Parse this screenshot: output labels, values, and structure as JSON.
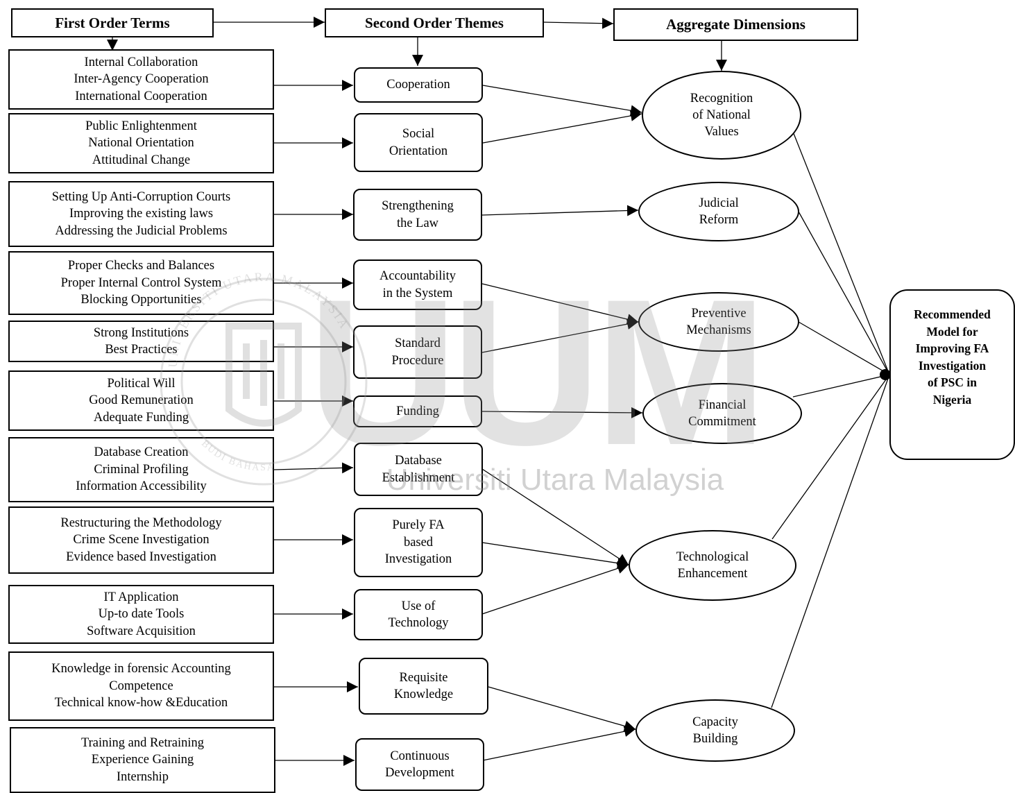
{
  "headers": {
    "first": "First Order Terms",
    "second": "Second Order Themes",
    "aggregate": "Aggregate Dimensions"
  },
  "terms": [
    [
      "Internal Collaboration",
      "Inter-Agency Cooperation",
      "International Cooperation"
    ],
    [
      "Public Enlightenment",
      "National Orientation",
      "Attitudinal Change"
    ],
    [
      "Setting Up Anti-Corruption Courts",
      "Improving the existing laws",
      "Addressing the Judicial Problems"
    ],
    [
      "Proper Checks and Balances",
      "Proper Internal Control System",
      "Blocking Opportunities"
    ],
    [
      "Strong Institutions",
      "Best Practices"
    ],
    [
      "Political Will",
      "Good Remuneration",
      "Adequate Funding"
    ],
    [
      "Database Creation",
      "Criminal Profiling",
      "Information Accessibility"
    ],
    [
      "Restructuring the Methodology",
      "Crime Scene Investigation",
      "Evidence based Investigation"
    ],
    [
      "IT Application",
      "Up-to date Tools",
      "Software Acquisition"
    ],
    [
      "Knowledge in forensic Accounting",
      "Competence",
      "Technical know-how &Education"
    ],
    [
      "Training and Retraining",
      "Experience Gaining",
      "Internship"
    ]
  ],
  "themes": [
    [
      "Cooperation"
    ],
    [
      "Social",
      "Orientation"
    ],
    [
      "Strengthening",
      "the Law"
    ],
    [
      "Accountability",
      "in the System"
    ],
    [
      "Standard",
      "Procedure"
    ],
    [
      "Funding"
    ],
    [
      "Database",
      "Establishment"
    ],
    [
      "Purely FA",
      "based",
      "Investigation"
    ],
    [
      "Use of",
      "Technology"
    ],
    [
      "Requisite",
      "Knowledge"
    ],
    [
      "Continuous",
      "Development"
    ]
  ],
  "dimensions": [
    [
      "Recognition",
      "of National",
      "Values"
    ],
    [
      "Judicial",
      "Reform"
    ],
    [
      "Preventive",
      "Mechanisms"
    ],
    [
      "Financial",
      "Commitment"
    ],
    [
      "Technological",
      "Enhancement"
    ],
    [
      "Capacity",
      "Building"
    ]
  ],
  "final": [
    "Recommended",
    "Model for",
    "Improving FA",
    "Investigation",
    "of PSC in",
    "Nigeria"
  ],
  "watermark": {
    "logo_text": "UUM",
    "university_name": "Universiti Utara Malaysia",
    "seal_text": "UNIVERSITI UTARA MALAYSIA",
    "seal_motto": "BUDI BAHASA",
    "color": "#c9c9c9"
  }
}
